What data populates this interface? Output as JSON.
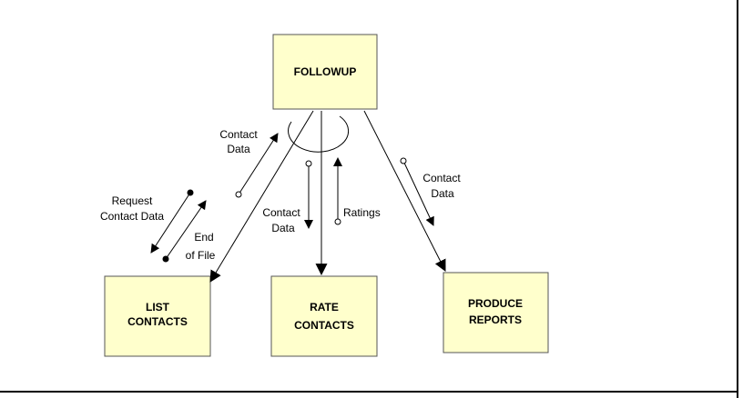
{
  "diagram": {
    "box_fill": "#FFFFCC",
    "boxes": {
      "followup": {
        "line1": "FOLLOWUP"
      },
      "list_contacts": {
        "line1": "LIST",
        "line2": "CONTACTS"
      },
      "rate_contacts": {
        "line1": "RATE",
        "line2": "CONTACTS"
      },
      "produce_reports": {
        "line1": "PRODUCE",
        "line2": "REPORTS"
      }
    },
    "couples": {
      "contact_data_up": {
        "line1": "Contact",
        "line2": "Data"
      },
      "request_contact_data": {
        "line1": "Request",
        "line2": "Contact Data"
      },
      "end_of_file": {
        "line1": "End",
        "line2": "of File"
      },
      "contact_data_down": {
        "line1": "Contact",
        "line2": "Data"
      },
      "ratings": {
        "line1": "Ratings"
      },
      "contact_data_reports": {
        "line1": "Contact",
        "line2": "Data"
      }
    }
  }
}
